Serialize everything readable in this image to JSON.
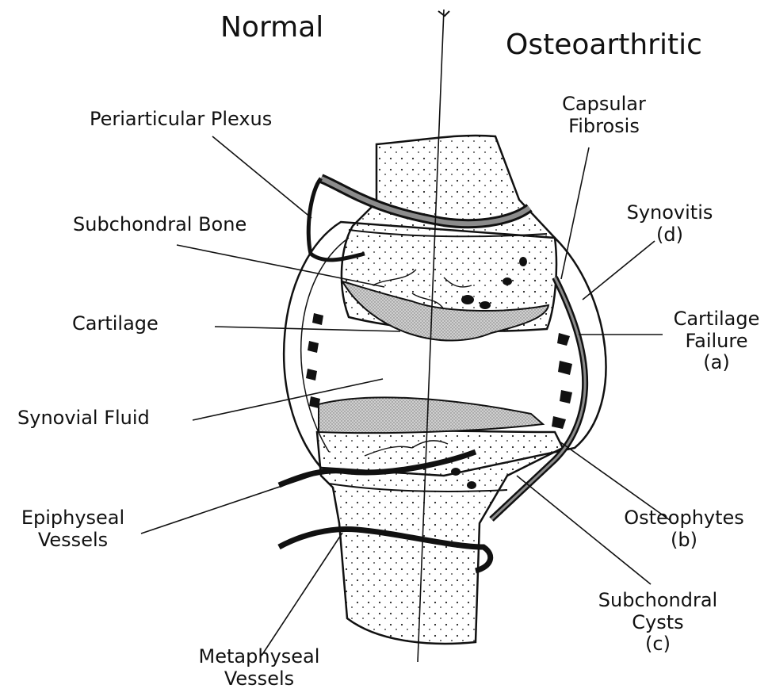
{
  "diagram": {
    "headings": {
      "left": "Normal",
      "right": "Osteoarthritic"
    },
    "labels": {
      "periarticular_plexus": "Periarticular Plexus",
      "subchondral_bone": "Subchondral Bone",
      "cartilage": "Cartilage",
      "synovial_fluid": "Synovial Fluid",
      "epiphyseal_vessels": [
        "Epiphyseal",
        "Vessels"
      ],
      "metaphyseal_vessels": [
        "Metaphyseal",
        "Vessels"
      ],
      "capsular_fibrosis": [
        "Capsular",
        "Fibrosis"
      ],
      "synovitis": [
        "Synovitis",
        "(d)"
      ],
      "cartilage_failure": [
        "Cartilage",
        "Failure",
        "(a)"
      ],
      "osteophytes": [
        "Osteophytes",
        "(b)"
      ],
      "subchondral_cysts": [
        "Subchondral",
        "Cysts",
        "(c)"
      ]
    }
  }
}
